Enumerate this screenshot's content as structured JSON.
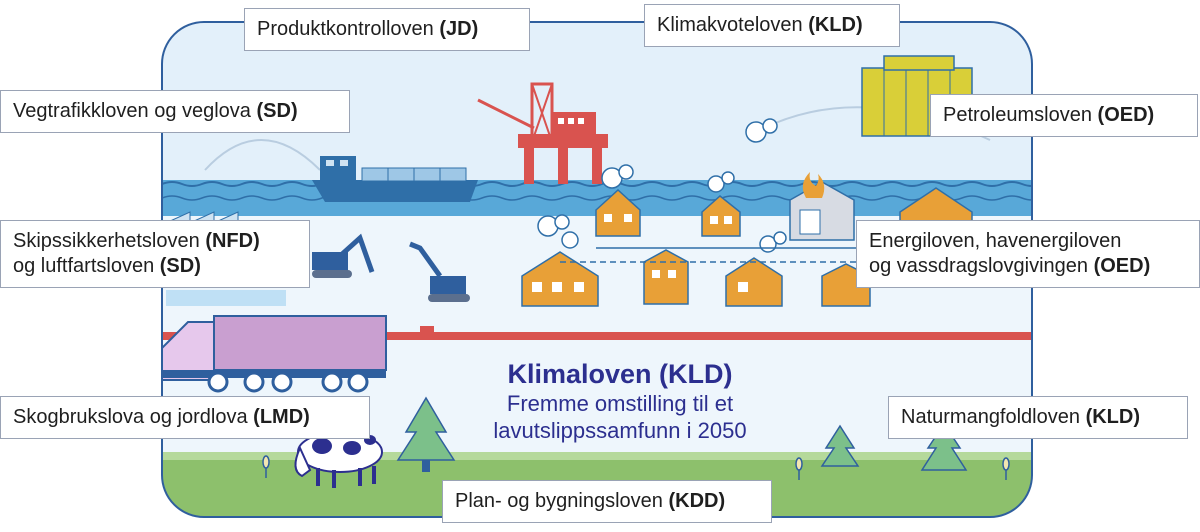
{
  "labels": {
    "produktkontroll": {
      "text": "Produktkontrolloven",
      "ministry": "(JD)"
    },
    "klimakvote": {
      "text": "Klimakvoteloven",
      "ministry": "(KLD)"
    },
    "vegtrafikk": {
      "text": "Vegtrafikkloven og veglova",
      "ministry": "(SD)"
    },
    "petroleum": {
      "text": "Petroleumsloven",
      "ministry": "(OED)"
    },
    "skipssikkerhet": {
      "line1_text": "Skipssikkerhetsloven",
      "line1_ministry": "(NFD)",
      "line2_text": "og luftfartsloven",
      "line2_ministry": "(SD)"
    },
    "energi": {
      "line1_text": "Energiloven, havenergiloven",
      "line2_text": "og vassdragslovgivingen",
      "line2_ministry": "(OED)"
    },
    "skogbruk": {
      "text": "Skogbrukslova og jordlova",
      "ministry": "(LMD)"
    },
    "naturmangfold": {
      "text": "Naturmangfoldloven",
      "ministry": "(KLD)"
    },
    "plan": {
      "text": "Plan- og bygningsloven",
      "ministry": "(KDD)"
    }
  },
  "center": {
    "title": "Klimaloven (KLD)",
    "subtitle_line1": "Fremme omstilling til et",
    "subtitle_line2": "lavutslippssamfunn i 2050"
  },
  "colors": {
    "sky": "#e3f0fa",
    "sea": "#58a8d8",
    "sea_dark": "#2f6fa8",
    "grass": "#8dc06c",
    "pipe": "#d9534f",
    "house": "#e8a037",
    "truck": "#c99fd0",
    "machine_blue": "#2f5f9e",
    "tree": "#7cc08a",
    "building": "#d9cf38",
    "title_text": "#2c2f8f"
  }
}
